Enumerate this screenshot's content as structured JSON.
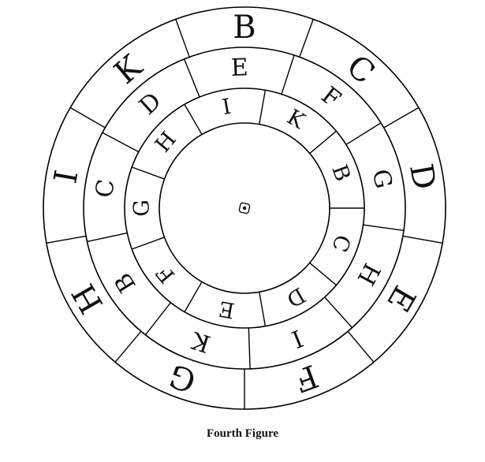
{
  "caption": "Fourth Figure",
  "rings": [
    {
      "name": "outer",
      "letters": [
        "B",
        "C",
        "D",
        "E",
        "F",
        "G",
        "H",
        "I",
        "K"
      ]
    },
    {
      "name": "middle",
      "letters": [
        "E",
        "F",
        "G",
        "H",
        "I",
        "K",
        "B",
        "C",
        "D"
      ]
    },
    {
      "name": "inner",
      "letters": [
        "I",
        "K",
        "B",
        "C",
        "D",
        "E",
        "F",
        "G",
        "H"
      ]
    }
  ],
  "center_icon": "pivot-icon"
}
